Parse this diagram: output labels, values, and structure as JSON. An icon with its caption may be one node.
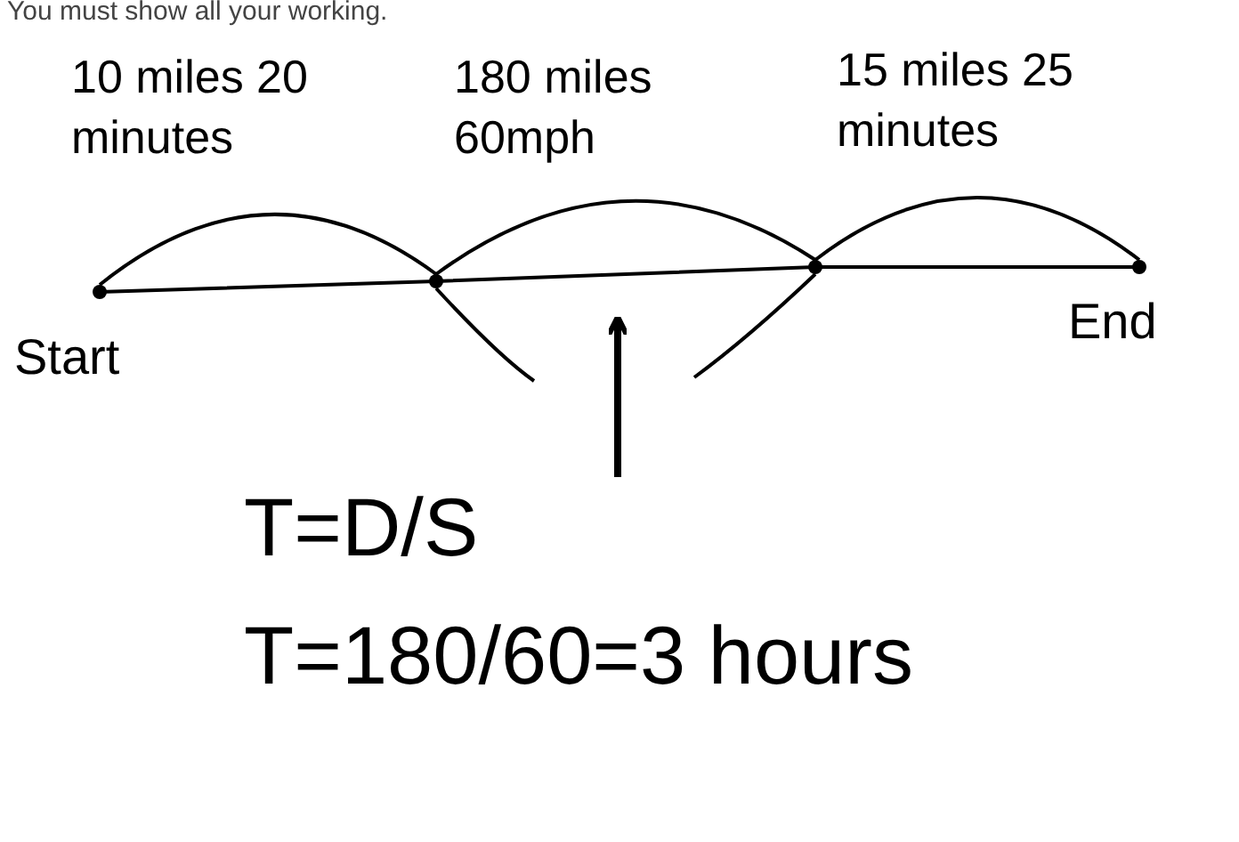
{
  "diagram": {
    "title": "You must show all your working.",
    "nodes": [
      {
        "text": [],
        "shape": "circle",
        "beside": [
          "Start"
        ]
      },
      {
        "text": [],
        "shape": "circle"
      },
      {
        "text": [],
        "shape": "circle"
      },
      {
        "text": [],
        "shape": "circle",
        "beside": [
          "End"
        ]
      },
      {
        "text": [
          "T=D/S",
          "T=180/60=3 hours"
        ]
      }
    ],
    "edges": [
      {
        "from": 0,
        "to": 1,
        "arrow": "none",
        "label": "10 miles 20 minutes"
      },
      {
        "from": 1,
        "to": 2,
        "arrow": "none",
        "label": "180 miles 60mph"
      },
      {
        "from": 2,
        "to": 3,
        "arrow": "none",
        "label": "15 miles 25 minutes"
      },
      {
        "from": 4,
        "to": null,
        "arrow": "to",
        "style": "thick"
      }
    ]
  }
}
